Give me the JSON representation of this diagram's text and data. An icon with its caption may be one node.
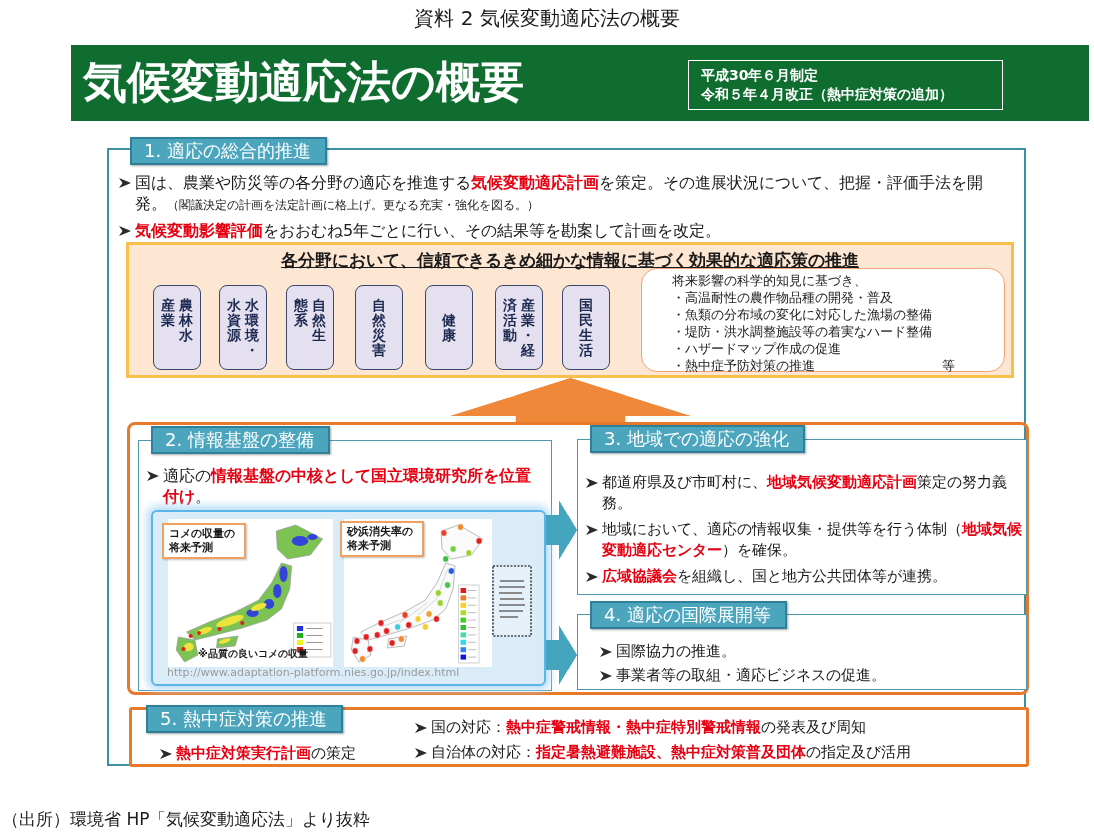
{
  "diagram": {
    "title": "資料 2 気候変動適応法の概要",
    "caption": "（出所）環境省 HP「気候変動適応法」より抜粋",
    "nodes": [
      {
        "text": [
          "気候変動適応法の概要"
        ]
      },
      {
        "text": [
          "平成30年６月制定",
          "令和５年４月改正（熱中症対策の追加）"
        ],
        "in": 0
      },
      {
        "text": [
          "1. 適応の総合的推進",
          "国は、農業や防災等の各分野の適応を推進する**気候変動適応計画**を策定。その進展状況について、把握・評価手法を開発。",
          "（閣議決定の計画を法定計画に格上げ。更なる充実・強化を図る。）",
          "**気候変動影響評価**をおおむね5年ごとに行い、その結果等を勘案して計画を改定。"
        ]
      },
      {
        "text": [
          "各分野において、信頼できるきめ細かな情報に基づく効果的な適応策の推進"
        ],
        "in": 2
      },
      {
        "text": [
          "農林水産業"
        ],
        "in": 3
      },
      {
        "text": [
          "水環境・水資源"
        ],
        "in": 3
      },
      {
        "text": [
          "自然生態系"
        ],
        "in": 3
      },
      {
        "text": [
          "自然災害"
        ],
        "in": 3
      },
      {
        "text": [
          "健康"
        ],
        "in": 3
      },
      {
        "text": [
          "産業・経済活動"
        ],
        "in": 3
      },
      {
        "text": [
          "国民生活"
        ],
        "in": 3
      },
      {
        "text": [
          "将来影響の科学的知見に基づき、",
          "・高温耐性の農作物品種の開発・普及",
          "・魚類の分布域の変化に対応した漁場の整備",
          "・堤防・洪水調整施設等の着実なハード整備",
          "・ハザードマップ作成の促進",
          "・熱中症予防対策の推進",
          "等"
        ],
        "in": 3
      },
      {
        "text": [],
        "shape": "box",
        "in": 2
      },
      {
        "text": [
          "2. 情報基盤の整備",
          "適応の**情報基盤の中核として国立環境研究所を位置付け**。"
        ],
        "in": 12
      },
      {
        "text": [
          "http://www.adaptation-platform.nies.go.jp/index.html"
        ],
        "in": 13
      },
      {
        "text": [
          "コメの収量の将来予測",
          "※品質の良いコメの収量"
        ],
        "in": 14
      },
      {
        "text": [
          "砂浜消失率の将来予測"
        ],
        "in": 14
      },
      {
        "text": [
          "3. 地域での適応の強化",
          "都道府県及び市町村に、**地域気候変動適応計画**策定の努力義務。",
          "地域において、適応の情報収集・提供等を行う体制（**地域気候変動適応センター**）を確保。",
          "**広域協議会**を組織し、国と地方公共団体等が連携。"
        ],
        "in": 12
      },
      {
        "text": [
          "4. 適応の国際展開等",
          "国際協力の推進。",
          "事業者等の取組・適応ビジネスの促進。"
        ],
        "in": 12
      },
      {
        "text": [
          "5. 熱中症対策の推進",
          "**熱中症対策実行計画**の策定",
          "国の対応：**熱中症警戒情報・熱中症特別警戒情報**の発表及び周知",
          "自治体の対応：**指定暑熱避難施設、熱中症対策普及団体**の指定及び活用"
        ],
        "in": 2
      }
    ],
    "edges": [
      {
        "from": 12,
        "to": 3,
        "arrow": "to",
        "style": "thick",
        "color": "#f0883a"
      },
      {
        "from": 14,
        "to": 17,
        "arrow": "to"
      },
      {
        "from": 14,
        "to": 18,
        "arrow": "to"
      }
    ]
  }
}
